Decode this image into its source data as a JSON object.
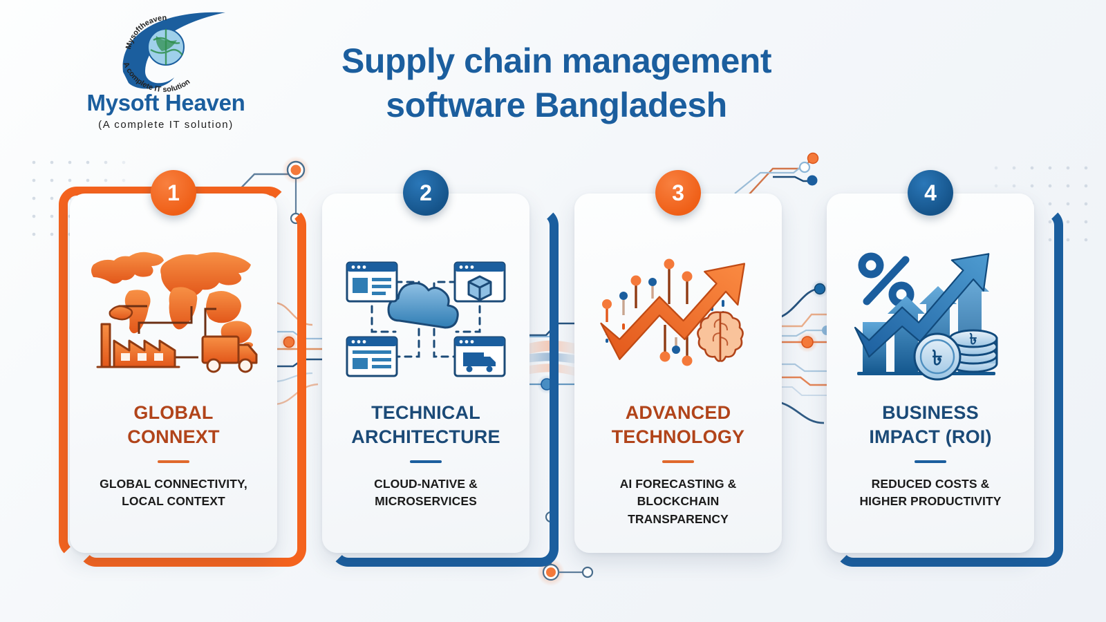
{
  "brand": {
    "name": "Mysoft Heaven",
    "tagline": "(A complete IT solution)",
    "logo_ring_text": "Mysoftheaven",
    "logo_arc_text": "A complete IT solution",
    "logo_icon": "globe-swoosh-logo",
    "color_blue": "#1b5e9e",
    "color_orange": "#f4631e"
  },
  "header": {
    "title_line1": "Supply chain management",
    "title_line2": "software Bangladesh",
    "title_color": "#1b5e9e"
  },
  "cards": [
    {
      "number": "1",
      "accent": "orange",
      "accent_color": "#f4631e",
      "title_line1": "GLOBAL",
      "title_line2": "CONNEXT",
      "title_color": "#b1441a",
      "subtitle_line1": "GLOBAL CONNECTIVITY,",
      "subtitle_line2": "LOCAL CONTEXT",
      "icon": "world-map-factory-truck-icon",
      "frame_position": "top-left"
    },
    {
      "number": "2",
      "accent": "blue",
      "accent_color": "#1b5e9e",
      "title_line1": "TECHNICAL",
      "title_line2": "ARCHITECTURE",
      "title_color": "#1b4a77",
      "subtitle_line1": "CLOUD-NATIVE &",
      "subtitle_line2": "MICROSERVICES",
      "icon": "cloud-microservices-icon",
      "frame_position": "bottom-right"
    },
    {
      "number": "3",
      "accent": "orange",
      "accent_color": "#f4631e",
      "title_line1": "ADVANCED",
      "title_line2": "TECHNOLOGY",
      "title_color": "#b1441a",
      "subtitle_line1": "AI FORECASTING &",
      "subtitle_line2": "BLOCKCHAIN",
      "subtitle_line3": "TRANSPARENCY",
      "icon": "ai-growth-arrow-brain-icon",
      "frame_position": "none"
    },
    {
      "number": "4",
      "accent": "blue",
      "accent_color": "#1b5e9e",
      "title_line1": "BUSINESS",
      "title_line2": "IMPACT (ROI)",
      "title_color": "#1b4a77",
      "subtitle_line1": "REDUCED COSTS &",
      "subtitle_line2": "HIGHER PRODUCTIVITY",
      "icon": "percent-bar-chart-taka-coins-icon",
      "frame_position": "bottom-right"
    }
  ],
  "decorations": {
    "dot_grid_left": "dot-grid-pattern",
    "dot_grid_right": "dot-grid-pattern",
    "circuit_top_left": "circuit-node-line",
    "circuit_top_right": "circuit-node-line",
    "circuit_bottom_center": "circuit-node-line",
    "flow_lines": "connector-flow-lines",
    "node_color_orange": "#f4631e",
    "node_color_blue": "#1b5e9e"
  }
}
